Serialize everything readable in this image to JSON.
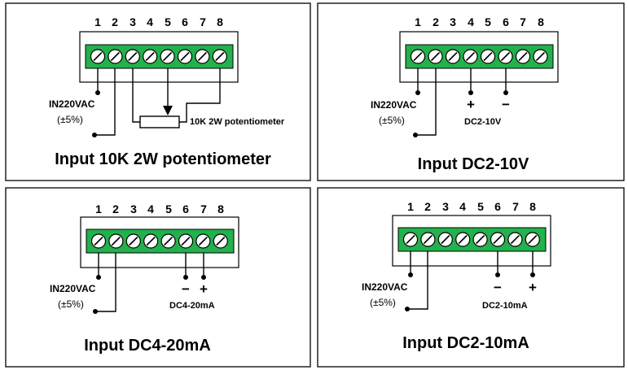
{
  "terminal_numbers": [
    "1",
    "2",
    "3",
    "4",
    "5",
    "6",
    "7",
    "8"
  ],
  "colors": {
    "terminal_block": "#22b14c",
    "outline": "#000000",
    "background": "#ffffff"
  },
  "icons": {
    "terminal_screw": "screw-terminal-icon",
    "potentiometer": "potentiometer-icon"
  },
  "panels": [
    {
      "caption": "Input 10K 2W potentiometer",
      "power_label": "IN220VAC",
      "power_tolerance": "(±5%)",
      "signal_label": "10K 2W potentiometer",
      "plus": "",
      "minus": ""
    },
    {
      "caption": "Input DC2-10V",
      "power_label": "IN220VAC",
      "power_tolerance": "(±5%)",
      "signal_label": "DC2-10V",
      "plus": "+",
      "minus": "−"
    },
    {
      "caption": "Input DC4-20mA",
      "power_label": "IN220VAC",
      "power_tolerance": "(±5%)",
      "signal_label": "DC4-20mA",
      "plus": "+",
      "minus": "−"
    },
    {
      "caption": "Input DC2-10mA",
      "power_label": "IN220VAC",
      "power_tolerance": "(±5%)",
      "signal_label": "DC2-10mA",
      "plus": "+",
      "minus": "−"
    }
  ]
}
